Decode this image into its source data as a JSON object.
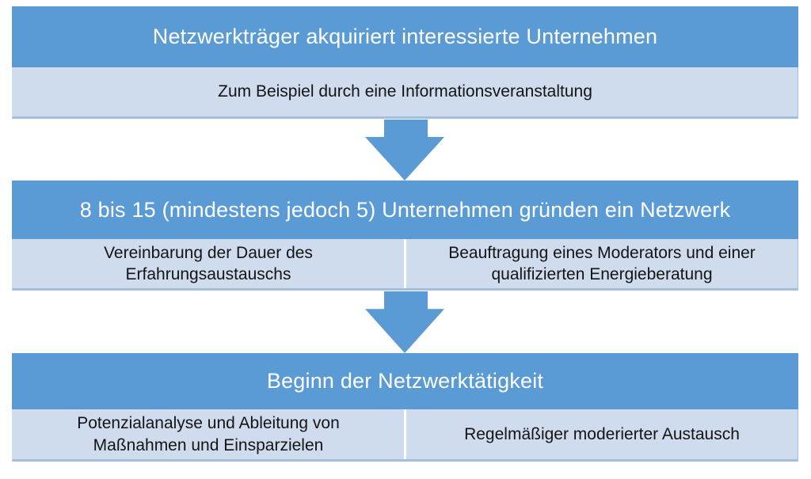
{
  "colors": {
    "header_blue": "#5B9BD5",
    "row_light_blue": "#CFDCEE",
    "row_border": "#A3BEDF",
    "header_text": "#FFFFFF",
    "row_text": "#141414",
    "divider": "#FFFFFF",
    "arrow_blue": "#5B9BD5",
    "background": "#FFFFFF"
  },
  "diagram": {
    "type": "process-flow",
    "connector": "block-down-arrow",
    "steps": [
      {
        "title": "Netzwerkträger akquiriert interessierte Unternehmen",
        "details": [
          "Zum Beispiel durch eine Informationsveranstaltung"
        ]
      },
      {
        "title": "8 bis 15 (mindestens jedoch 5) Unternehmen gründen ein Netzwerk",
        "details": [
          "Vereinbarung der Dauer des\nErfahrungsaustauschs",
          "Beauftragung eines Moderators und einer\nqualifizierten Energieberatung"
        ]
      },
      {
        "title": "Beginn der Netzwerktätigkeit",
        "details": [
          "Potenzialanalyse und Ableitung von\nMaßnahmen und Einsparzielen",
          "Regelmäßiger moderierter Austausch"
        ]
      }
    ]
  }
}
